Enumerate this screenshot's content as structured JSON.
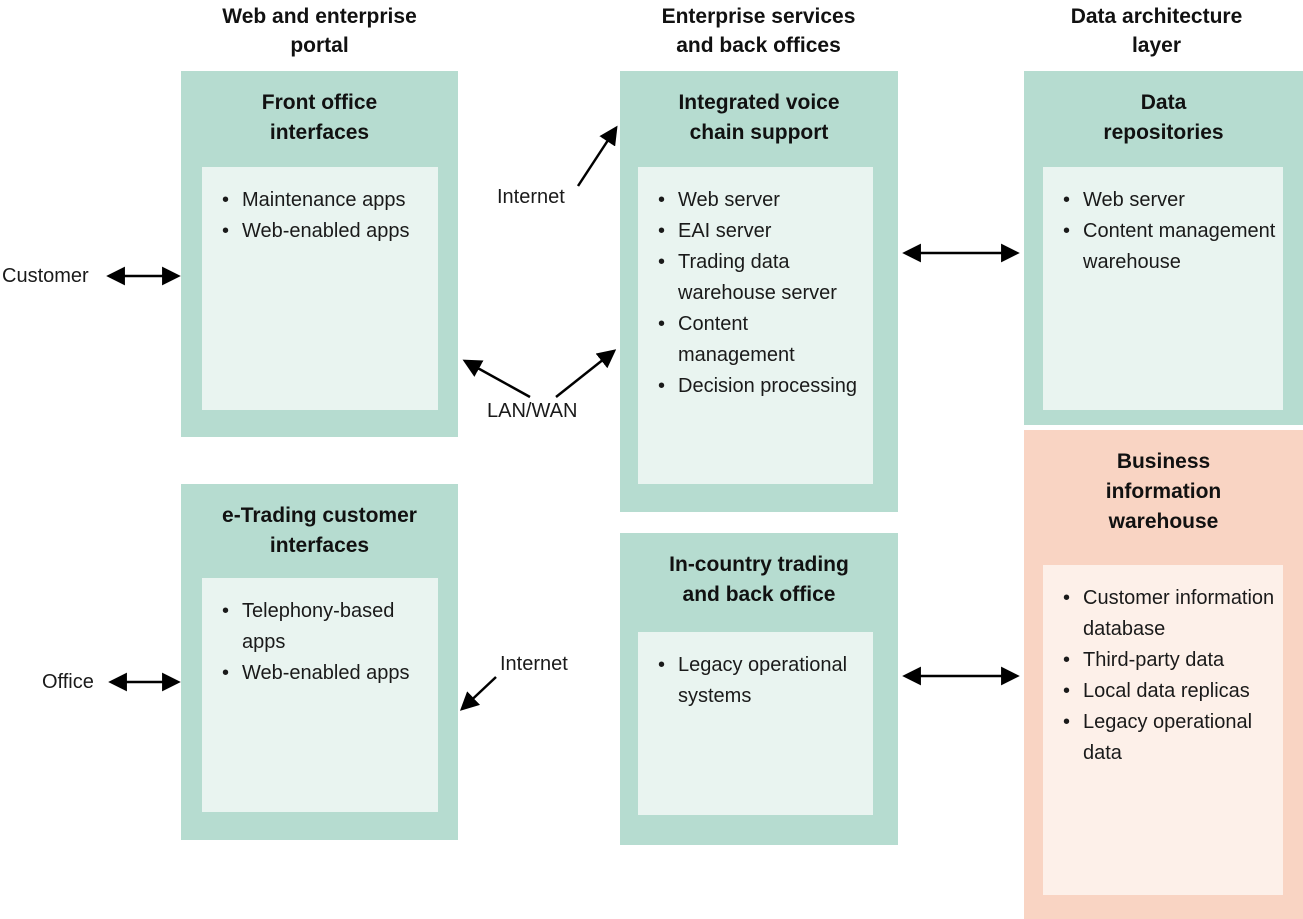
{
  "headers": {
    "col1_lines": [
      "Web and enterprise",
      "portal"
    ],
    "col2_lines": [
      "Enterprise services",
      "and back offices"
    ],
    "col3_lines": [
      "Data architecture",
      "layer"
    ]
  },
  "boxes": {
    "front_office": {
      "title": "Front office interfaces",
      "title_lines": [
        "Front office",
        "interfaces"
      ],
      "items": [
        "Maintenance apps",
        "Web-enabled apps"
      ]
    },
    "etrading": {
      "title": "e-Trading customer interfaces",
      "title_lines": [
        "e-Trading customer",
        "interfaces"
      ],
      "items": [
        "Telephony-based apps",
        "Web-enabled apps"
      ]
    },
    "integrated": {
      "title": "Integrated voice chain support",
      "title_lines": [
        "Integrated voice",
        "chain support"
      ],
      "items": [
        "Web server",
        "EAI server",
        "Trading data warehouse server",
        "Content management",
        "Decision processing"
      ]
    },
    "incountry": {
      "title": "In-country trading and back office",
      "title_lines": [
        "In-country trading",
        "and back office"
      ],
      "items": [
        "Legacy operational systems"
      ]
    },
    "data_repositories": {
      "title": "Data repositories",
      "title_lines": [
        "Data",
        "repositories"
      ],
      "items": [
        "Web server",
        "Content management warehouse"
      ]
    },
    "business_warehouse": {
      "title": "Business information warehouse",
      "title_lines": [
        "Business",
        "information",
        "warehouse"
      ],
      "items": [
        "Customer information database",
        "Third-party data",
        "Local data replicas",
        "Legacy operational data"
      ]
    }
  },
  "labels": {
    "customer": "Customer",
    "office": "Office",
    "internet_top": "Internet",
    "lan_wan": "LAN/WAN",
    "internet_bottom": "Internet"
  },
  "colors": {
    "box_teal": "#b6dcd0",
    "box_teal_inner": "#e9f4f0",
    "box_salmon": "#f9d4c3",
    "box_salmon_inner": "#fdf0e9",
    "arrow": "#000000",
    "text": "#1a1a1a"
  }
}
